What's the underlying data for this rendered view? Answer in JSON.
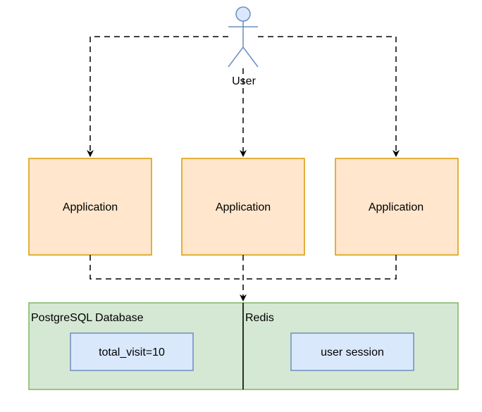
{
  "actor": {
    "label": "User",
    "icon": "user-actor-icon"
  },
  "applications": [
    {
      "label": "Application"
    },
    {
      "label": "Application"
    },
    {
      "label": "Application"
    }
  ],
  "data_layer": {
    "database": {
      "title": "PostgreSQL Database",
      "record": "total_visit=10"
    },
    "cache": {
      "title": "Redis",
      "record": "user session"
    }
  },
  "colors": {
    "app_fill": "#ffe6cc",
    "app_stroke": "#d79b00",
    "store_fill": "#d5e8d4",
    "store_stroke": "#82b366",
    "record_fill": "#dae8fc",
    "record_stroke": "#6c8ebf"
  }
}
